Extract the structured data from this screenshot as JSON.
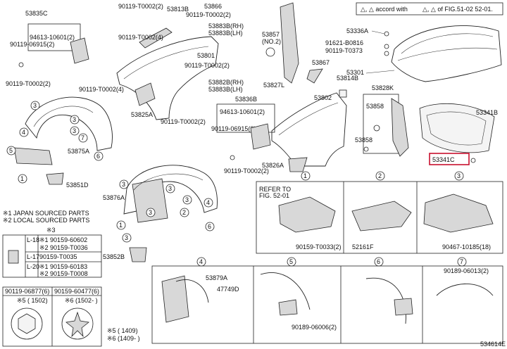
{
  "header": {
    "note_prefix": "△, △ accord with",
    "note_suffix": "△, △ of FIG.51-02 52-01."
  },
  "parts": {
    "p53835C": "53835C",
    "p94613_10601_2_top": "94613-10601(2)",
    "p90119_06915_2_top": "90119-06915(2)",
    "p90119_T0002_2_left": "90119-T0002(2)",
    "p90119_T0002_2_top": "90119-T0002(2)",
    "p53813B": "53813B",
    "p53866": "53866",
    "p90119_T0002_2_b": "90119-T0002(2)",
    "p90119_T0002_4": "90119-T0002(4)",
    "p53883B_RH": "53883B(RH)",
    "p53883B_LH": "53883B(LH)",
    "p53801": "53801",
    "p90119_T0002_2_c": "90119-T0002(2)",
    "p53882B_RH": "53882B(RH)",
    "p53883B_LH2": "53883B(LH)",
    "p90119_T0002_4_b": "90119-T0002(4)",
    "p53825A": "53825A",
    "p90119_T0002_2_d": "90119-T0002(2)",
    "p53836B": "53836B",
    "p94613_10601_2_mid": "94613-10601(2)",
    "p90119_06915_2_mid": "90119-06915(2)",
    "p53857": "53857",
    "p53857_note": "(NO.2)",
    "p53827L": "53827L",
    "p53867": "53867",
    "p53814B": "53814B",
    "p53802": "53802",
    "p53826A": "53826A",
    "p90119_T0002_2_e": "90119-T0002(2)",
    "p53336A": "53336A",
    "p91621_B0816": "91621-B0816",
    "p90119_T0373": "90119-T0373",
    "p53301": "53301",
    "p53828K": "53828K",
    "p53858_a": "53858",
    "p53858_b": "53858",
    "p53341B": "53341B",
    "p53341C": "53341C",
    "p53875A": "53875A",
    "p53851D": "53851D",
    "p53876A": "53876A",
    "p53852B": "53852B",
    "p53879A": "53879A",
    "p47749D": "47749D",
    "p90159_T0033_2": "90159-T0033(2)",
    "p52161F": "52161F",
    "p90467_10185_18": "90467-10185(18)",
    "p90189_06006_2": "90189-06006(2)",
    "p90189_06013_2": "90189-06013(2)",
    "p90119_06877_6": "90119-06877(6)",
    "p90159_60477_6": "90159-60477(6)"
  },
  "notes": {
    "refer_line1": "REFER TO",
    "refer_line2": "FIG. 52-01",
    "japan": "※1 JAPAN SOURCED PARTS",
    "local": "※2 LOCAL SOURCED PARTS",
    "fig_code": "534614E",
    "footnote": "※5 (   1409)",
    "footnote2": "※6 (1409-   )"
  },
  "mini_table": {
    "header": "※3",
    "rows": [
      {
        "a": "L-18",
        "b": "※1 90159-60602"
      },
      {
        "a": "",
        "b": "※2 90159-T0036"
      },
      {
        "a": "L-17",
        "b": "90159-T0035"
      },
      {
        "a": "L-20",
        "b": "※1 90159-60183"
      },
      {
        "a": "",
        "b": "※2 90159-T0008"
      }
    ],
    "note_top": "※5 (   1502)",
    "note_right": "※6 (1502-   )"
  },
  "callouts": [
    "1",
    "2",
    "3",
    "4",
    "5",
    "6",
    "7"
  ],
  "colors": {
    "highlight": "#c8102e",
    "line": "#222222"
  }
}
